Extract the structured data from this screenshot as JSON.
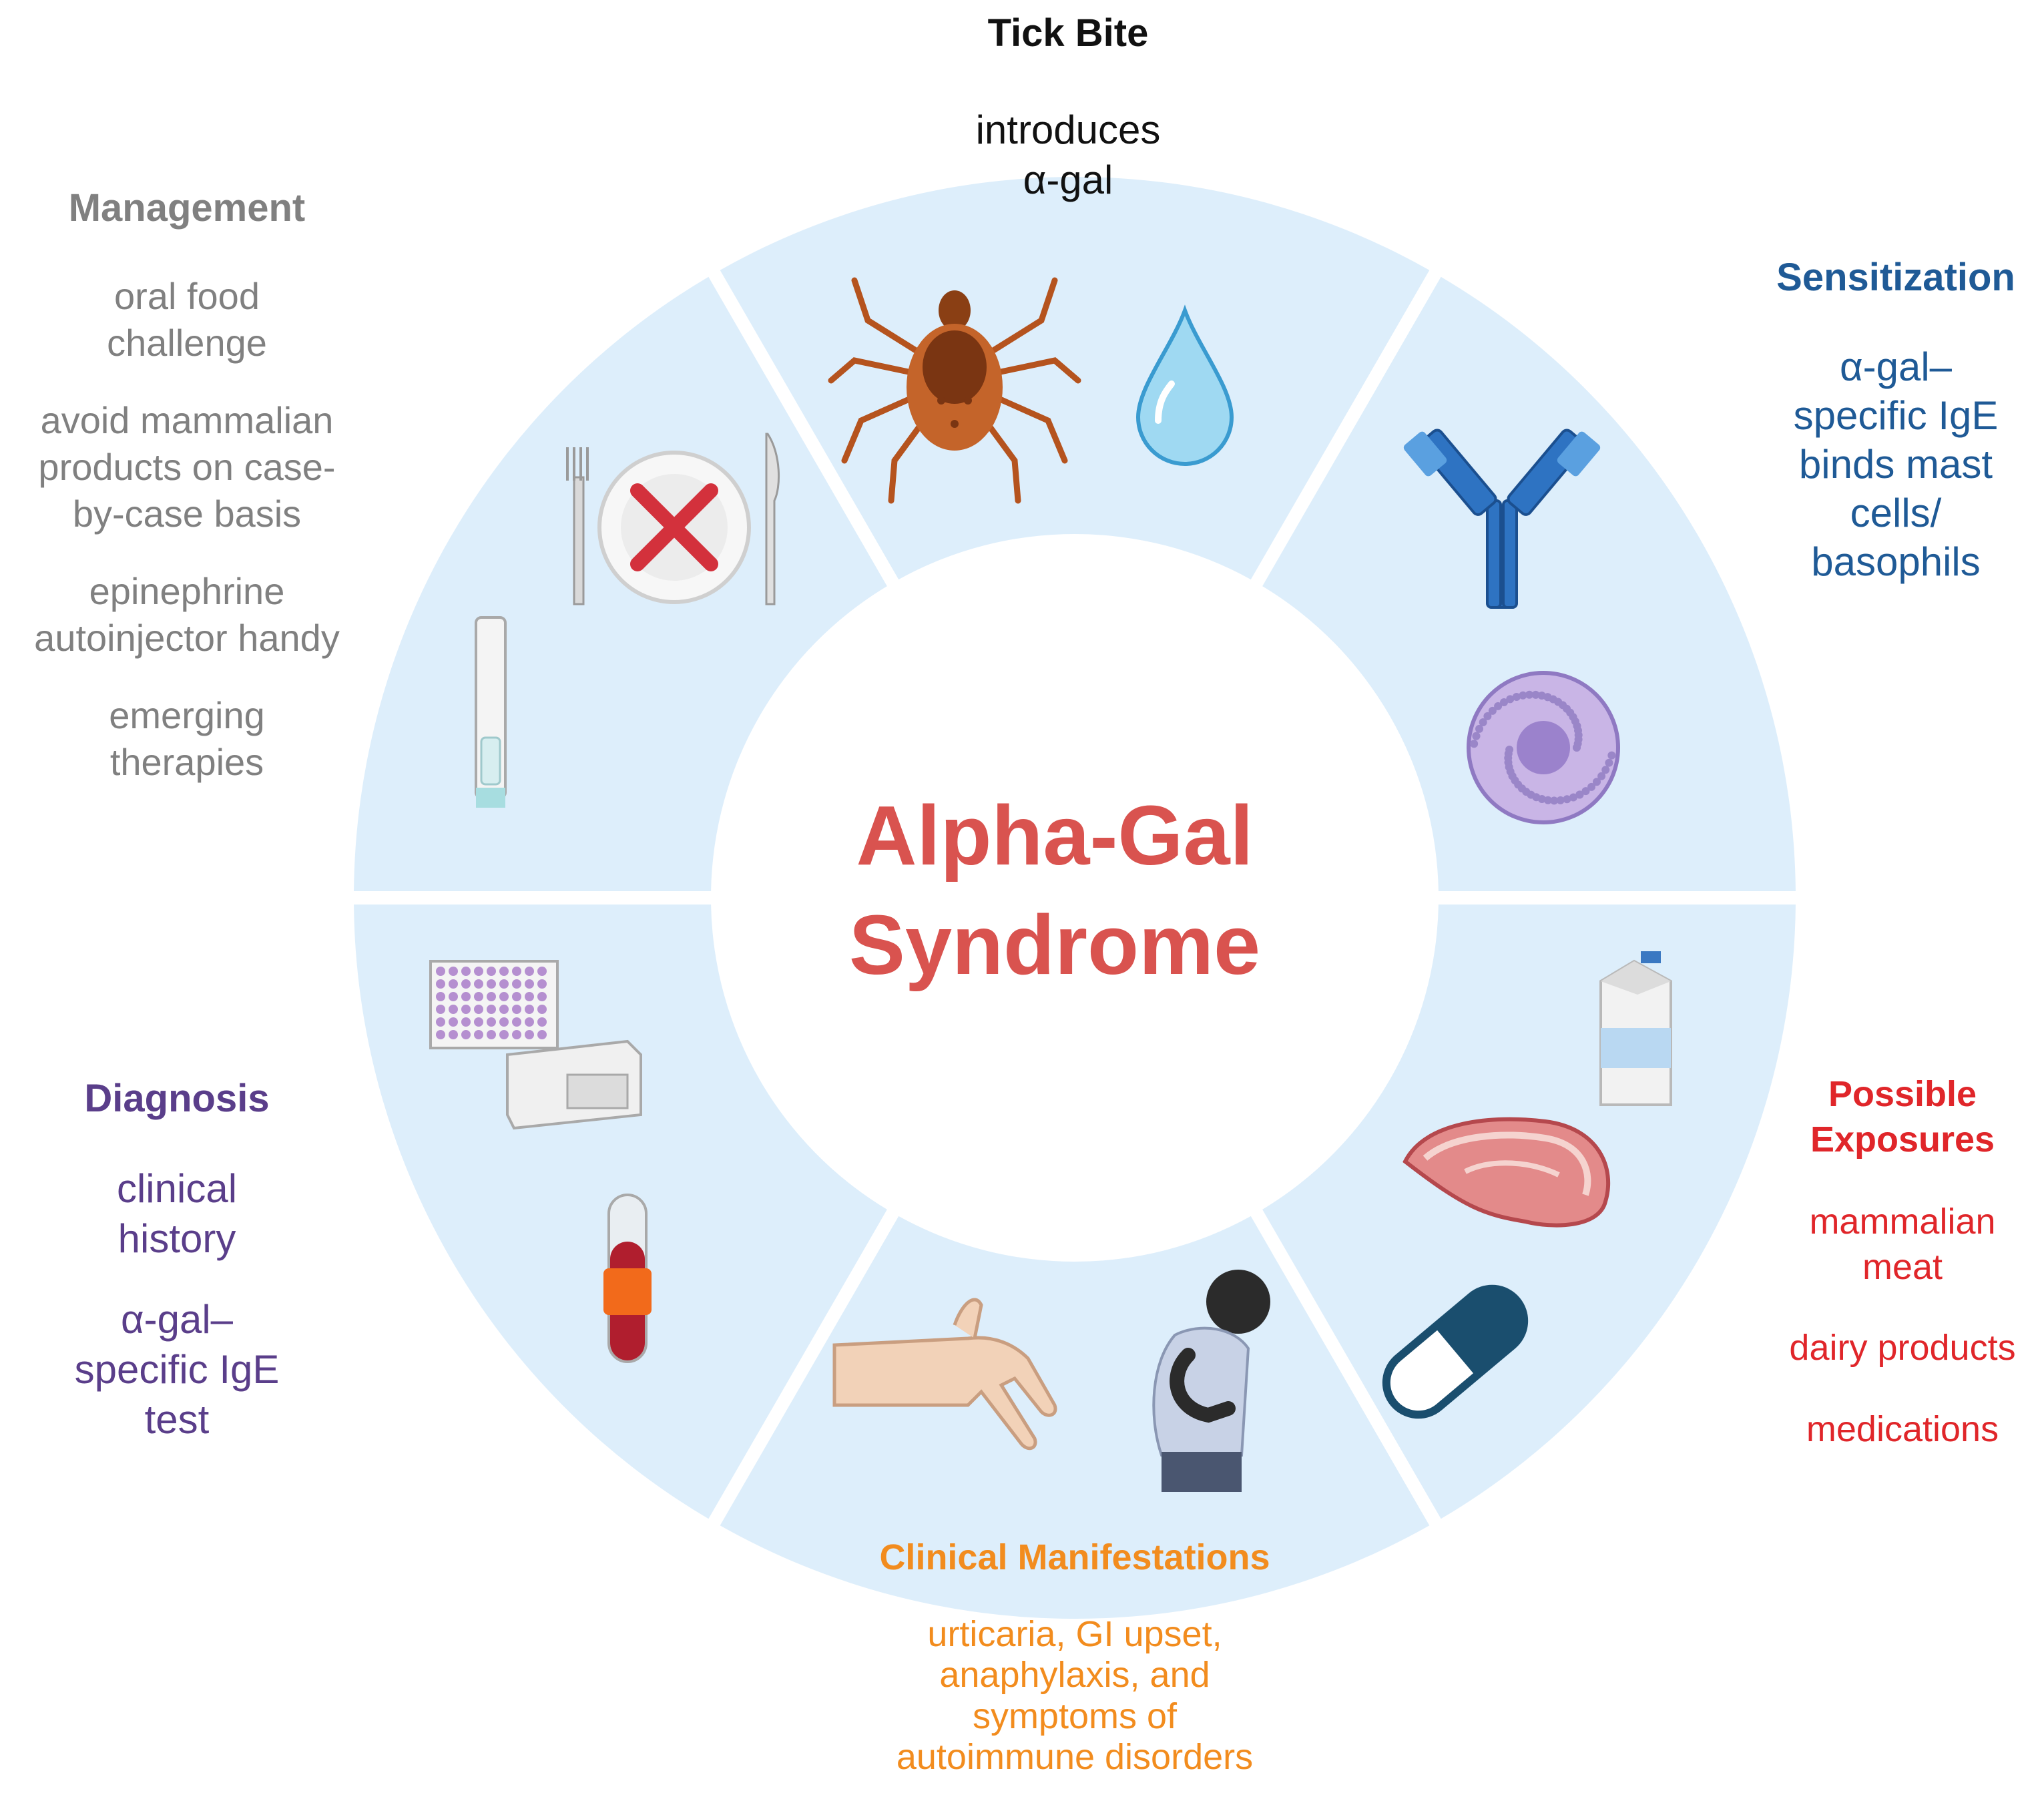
{
  "center": {
    "title_line1": "Alpha-Gal",
    "title_line2": "Syndrome"
  },
  "colors": {
    "segment_fill": "#ddeefb",
    "title": "#d9534f",
    "tick_bite": "#111111",
    "management": "#808080",
    "sensitization": "#1f5a96",
    "diagnosis": "#5a3e8a",
    "possible_exposures": "#e0262a",
    "clinical_manifestations": "#f28c1e"
  },
  "tick_bite": {
    "heading": "Tick Bite",
    "items": [
      [
        "introduces",
        "α-gal"
      ]
    ]
  },
  "management": {
    "heading": "Management",
    "items": [
      [
        "oral food",
        "challenge"
      ],
      [
        "avoid mammalian",
        "products on case-",
        "by-case basis"
      ],
      [
        "epinephrine",
        "autoinjector handy"
      ],
      [
        "emerging",
        "therapies"
      ]
    ]
  },
  "sensitization": {
    "heading": "Sensitization",
    "items": [
      [
        "α-gal–",
        "specific IgE",
        "binds mast",
        "cells/",
        "basophils"
      ]
    ]
  },
  "diagnosis": {
    "heading": "Diagnosis",
    "items": [
      [
        "clinical",
        "history"
      ],
      [
        "α-gal–",
        "specific IgE",
        "test"
      ]
    ]
  },
  "possible_exposures": {
    "heading_line1": "Possible",
    "heading_line2": "Exposures",
    "items": [
      [
        "mammalian",
        "meat"
      ],
      [
        "dairy products"
      ],
      [
        "medications"
      ]
    ]
  },
  "clinical_manifestations": {
    "heading": "Clinical Manifestations",
    "items": [
      [
        "urticaria, GI upset,",
        "anaphylaxis, and",
        "symptoms of",
        "autoimmune disorders"
      ]
    ]
  },
  "icons": {
    "tick_bite": [
      "tick-icon",
      "droplet-icon"
    ],
    "sensitization": [
      "antibody-icon",
      "mast-cell-icon"
    ],
    "possible_exposures": [
      "milk-carton-icon",
      "meat-steak-icon",
      "capsule-pill-icon"
    ],
    "clinical_manifestations": [
      "scratching-hand-icon",
      "stomach-pain-person-icon"
    ],
    "diagnosis": [
      "microplate-reader-icon",
      "blood-tube-icon"
    ],
    "management": [
      "no-food-plate-icon",
      "autoinjector-icon"
    ]
  }
}
